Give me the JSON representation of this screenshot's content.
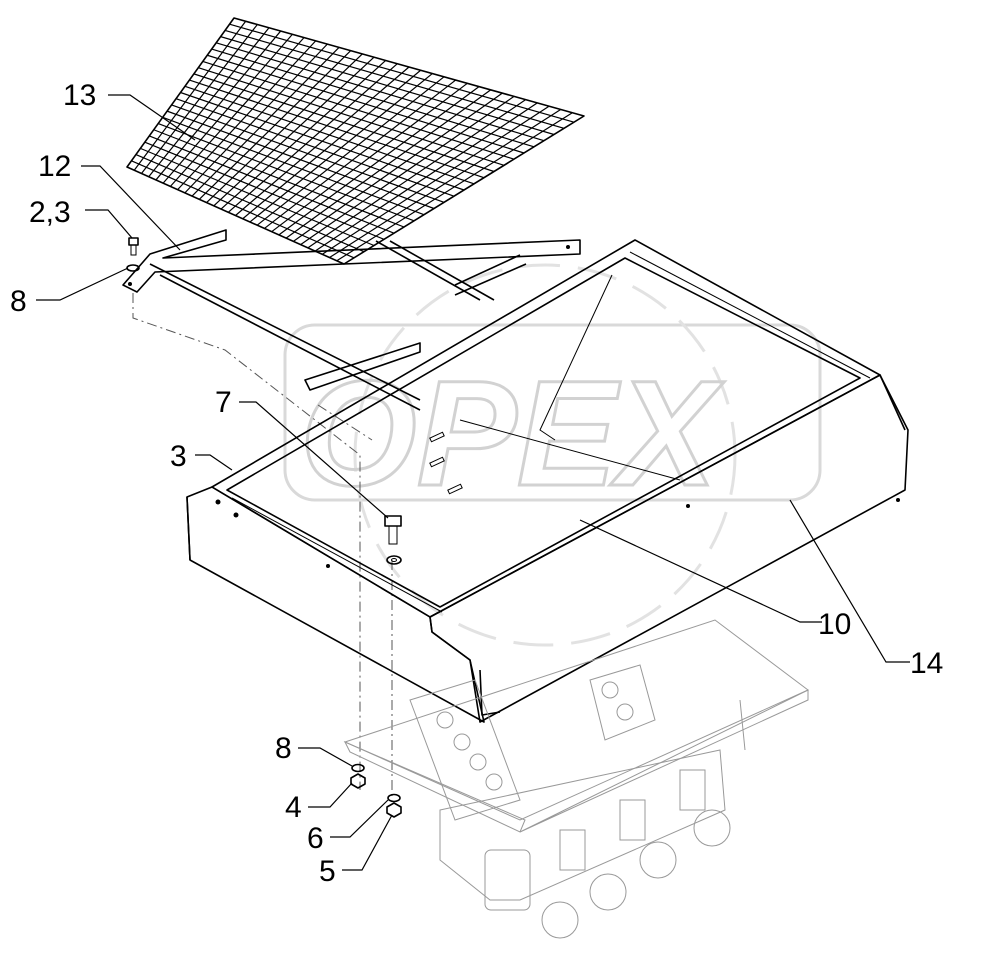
{
  "watermark": {
    "text": "OPEX"
  },
  "callouts": [
    {
      "id": "13",
      "text": "13"
    },
    {
      "id": "12",
      "text": "12"
    },
    {
      "id": "2-3",
      "text": "2,3"
    },
    {
      "id": "8-top",
      "text": "8"
    },
    {
      "id": "7",
      "text": "7"
    },
    {
      "id": "3",
      "text": "3"
    },
    {
      "id": "10",
      "text": "10"
    },
    {
      "id": "14",
      "text": "14"
    },
    {
      "id": "8-bottom",
      "text": "8"
    },
    {
      "id": "4",
      "text": "4"
    },
    {
      "id": "6",
      "text": "6"
    },
    {
      "id": "5",
      "text": "5"
    }
  ]
}
